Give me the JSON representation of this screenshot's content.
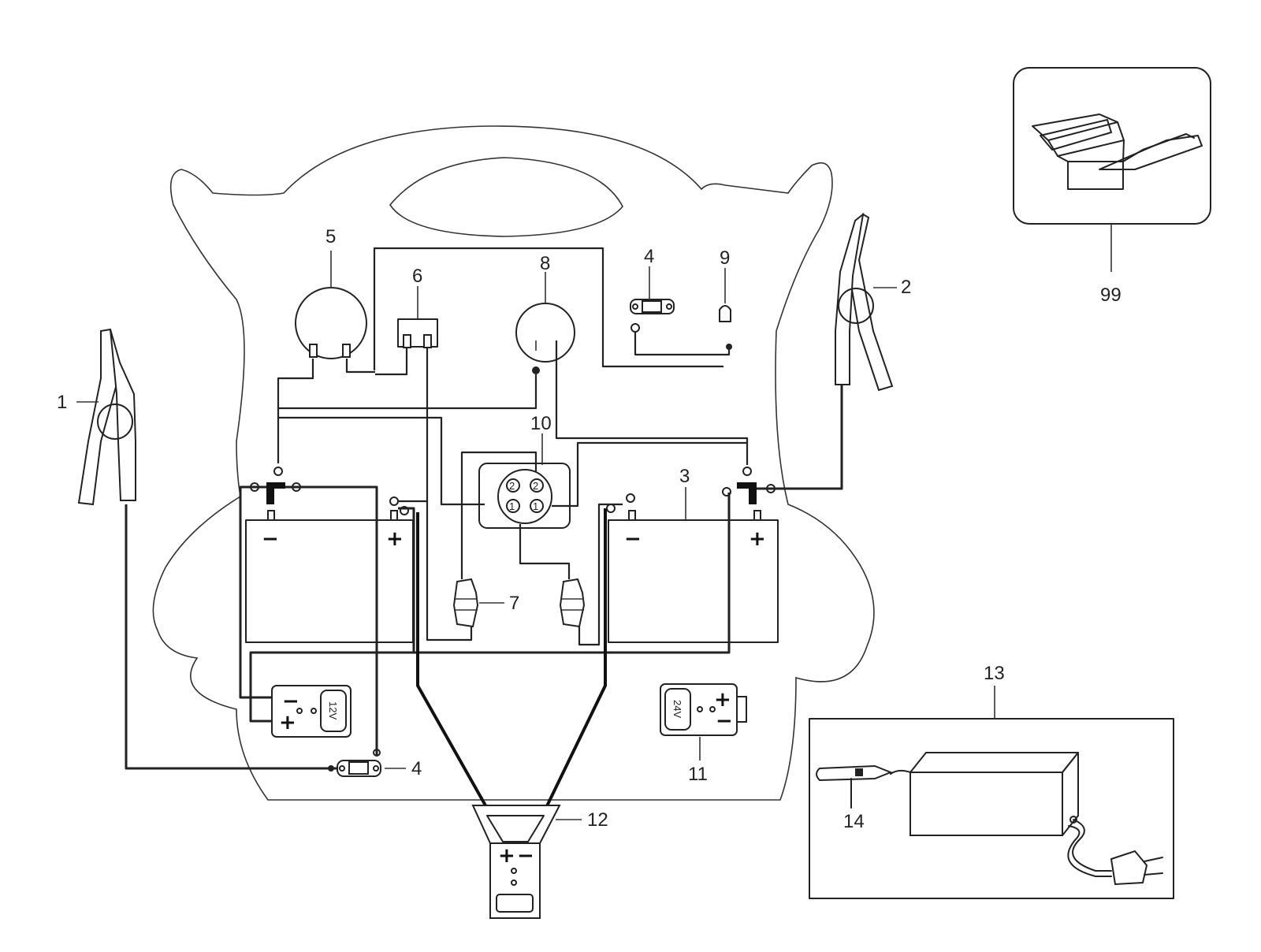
{
  "callouts": [
    {
      "id": "1",
      "text": "1"
    },
    {
      "id": "2",
      "text": "2"
    },
    {
      "id": "3",
      "text": "3"
    },
    {
      "id": "4a",
      "text": "4"
    },
    {
      "id": "4b",
      "text": "4"
    },
    {
      "id": "5",
      "text": "5"
    },
    {
      "id": "6",
      "text": "6"
    },
    {
      "id": "7",
      "text": "7"
    },
    {
      "id": "8",
      "text": "8"
    },
    {
      "id": "9",
      "text": "9"
    },
    {
      "id": "10",
      "text": "10"
    },
    {
      "id": "11",
      "text": "11"
    },
    {
      "id": "12",
      "text": "12"
    },
    {
      "id": "13",
      "text": "13"
    },
    {
      "id": "14",
      "text": "14"
    },
    {
      "id": "99",
      "text": "99"
    }
  ],
  "battery_left": {
    "minus": "−",
    "plus": "+"
  },
  "battery_right": {
    "minus": "−",
    "plus": "+"
  },
  "socket_12v": {
    "voltage": "12V",
    "minus": "−",
    "plus": "+"
  },
  "socket_24v": {
    "voltage": "24V",
    "minus": "−",
    "plus": "+"
  },
  "connector_12": {
    "plus": "+",
    "minus": "−"
  },
  "socket_10_pins": [
    "2",
    "2",
    "1",
    "1"
  ]
}
